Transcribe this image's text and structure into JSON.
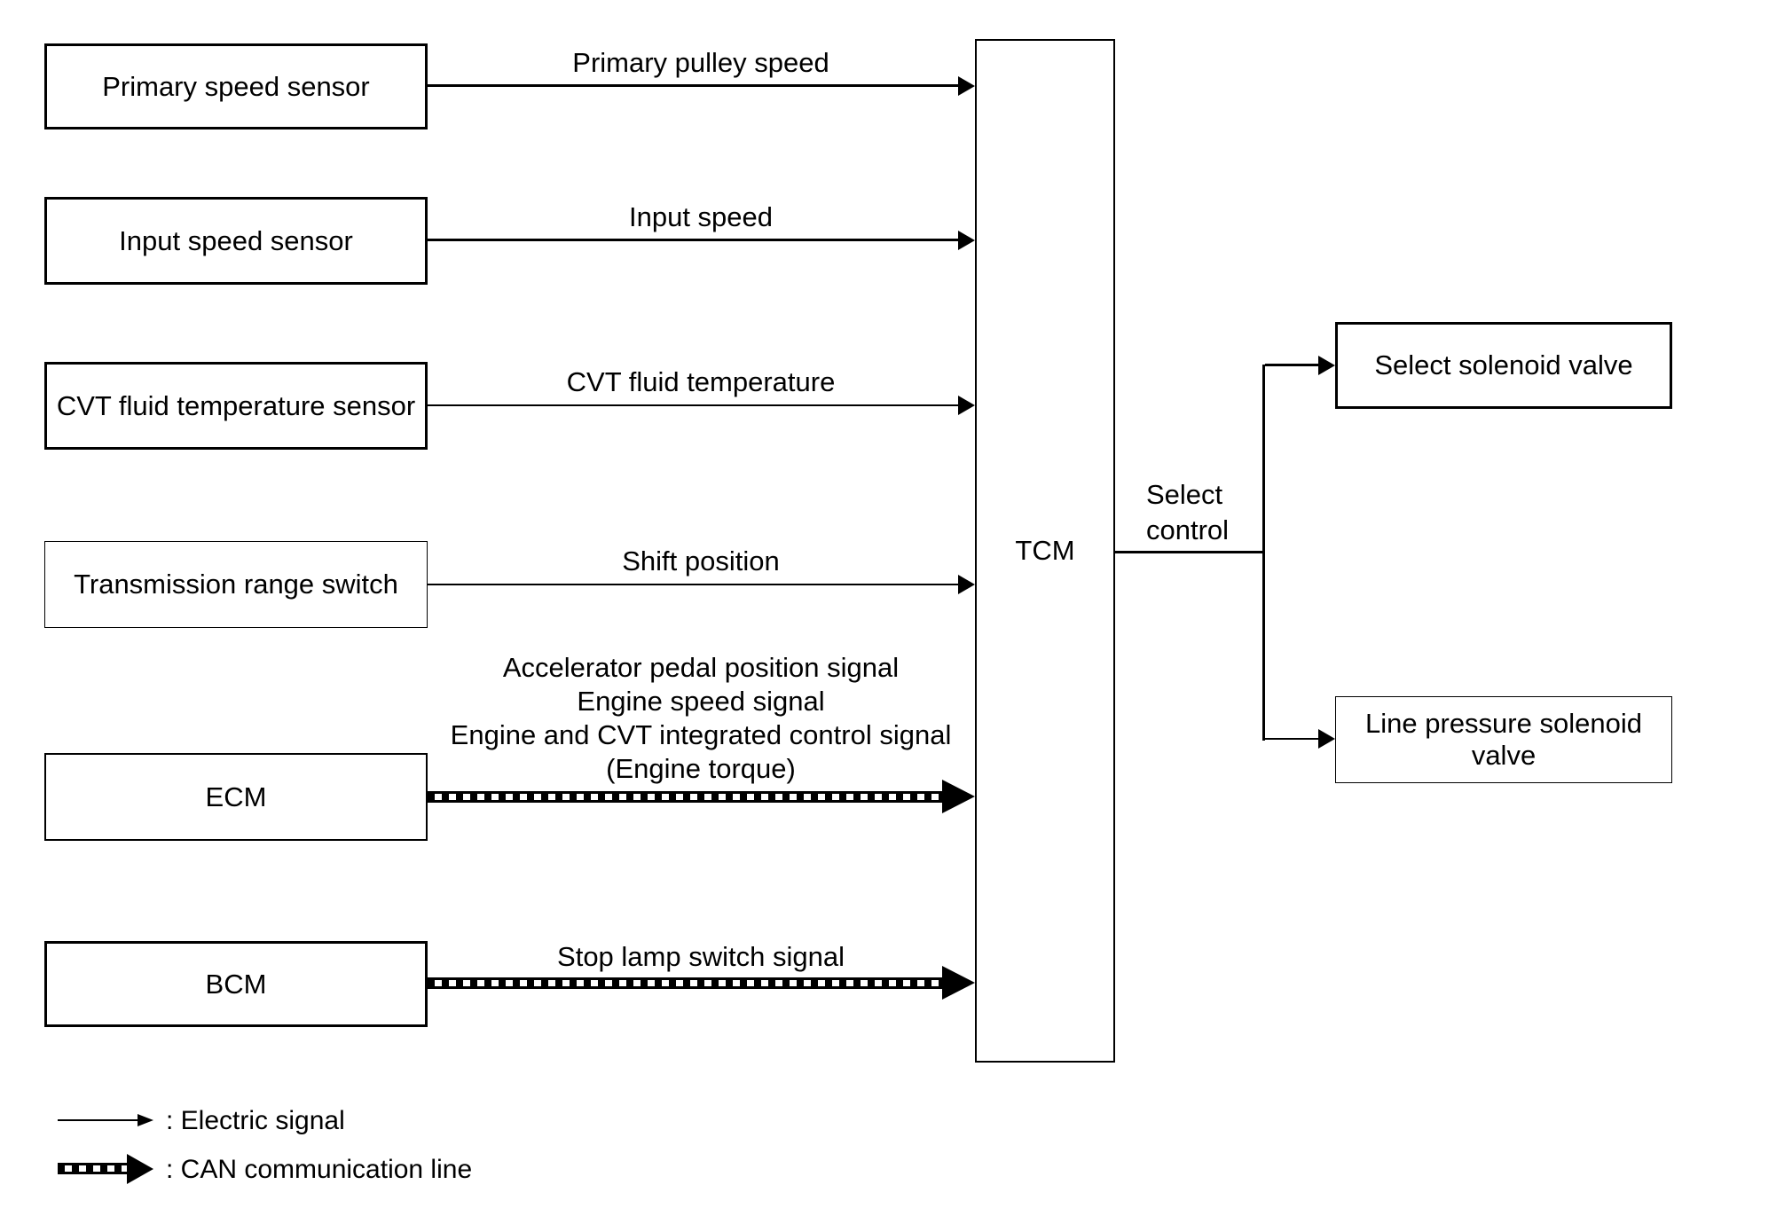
{
  "diagram": {
    "sources": [
      {
        "label": "Primary speed sensor"
      },
      {
        "label": "Input speed sensor"
      },
      {
        "label": "CVT fluid temperature sensor"
      },
      {
        "label": "Transmission range switch"
      },
      {
        "label": "ECM"
      },
      {
        "label": "BCM"
      }
    ],
    "controller": {
      "label": "TCM"
    },
    "outputs": [
      {
        "label": "Select solenoid valve"
      },
      {
        "label": "Line pressure solenoid valve"
      }
    ],
    "electric_signals": [
      {
        "label": "Primary pulley speed"
      },
      {
        "label": "Input speed"
      },
      {
        "label": "CVT fluid temperature"
      },
      {
        "label": "Shift position"
      }
    ],
    "can_signals": [
      {
        "lines": [
          "Accelerator pedal position signal",
          "Engine speed signal",
          "Engine and CVT integrated control signal",
          "(Engine torque)"
        ]
      },
      {
        "lines": [
          "Stop lamp switch signal"
        ]
      }
    ],
    "select_control": {
      "lines": [
        "Select",
        "control"
      ]
    }
  },
  "legend": {
    "items": [
      {
        "symbol": "electric-arrow",
        "label": ": Electric signal"
      },
      {
        "symbol": "can-arrow",
        "label": ": CAN communication line"
      }
    ]
  },
  "colors": {
    "foreground": "#000000",
    "background": "#ffffff"
  }
}
